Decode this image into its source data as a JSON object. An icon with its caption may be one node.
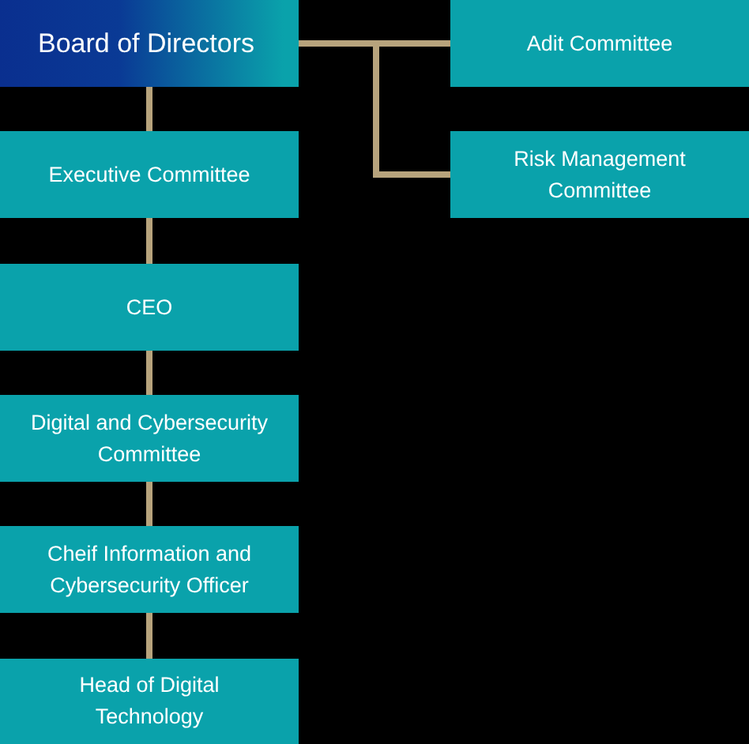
{
  "diagram": {
    "nodes": [
      {
        "text": [
          "Board of Directors"
        ]
      },
      {
        "text": [
          "Adit Committee"
        ]
      },
      {
        "text": [
          "Risk Management Committee"
        ]
      },
      {
        "text": [
          "Executive Committee"
        ]
      },
      {
        "text": [
          "CEO"
        ]
      },
      {
        "text": [
          "Digital and Cybersecurity Committee"
        ]
      },
      {
        "text": [
          "Cheif Information and Cybersecurity Officer"
        ]
      },
      {
        "text": [
          "Head of Digital Technology"
        ]
      }
    ],
    "edges": [
      {
        "from": 0,
        "to": 1,
        "arrow": "none"
      },
      {
        "from": 0,
        "to": 2,
        "arrow": "none"
      },
      {
        "from": 0,
        "to": 3,
        "arrow": "none"
      },
      {
        "from": 3,
        "to": 4,
        "arrow": "none"
      },
      {
        "from": 4,
        "to": 5,
        "arrow": "none"
      },
      {
        "from": 5,
        "to": 6,
        "arrow": "none"
      },
      {
        "from": 6,
        "to": 7,
        "arrow": "none"
      }
    ]
  }
}
